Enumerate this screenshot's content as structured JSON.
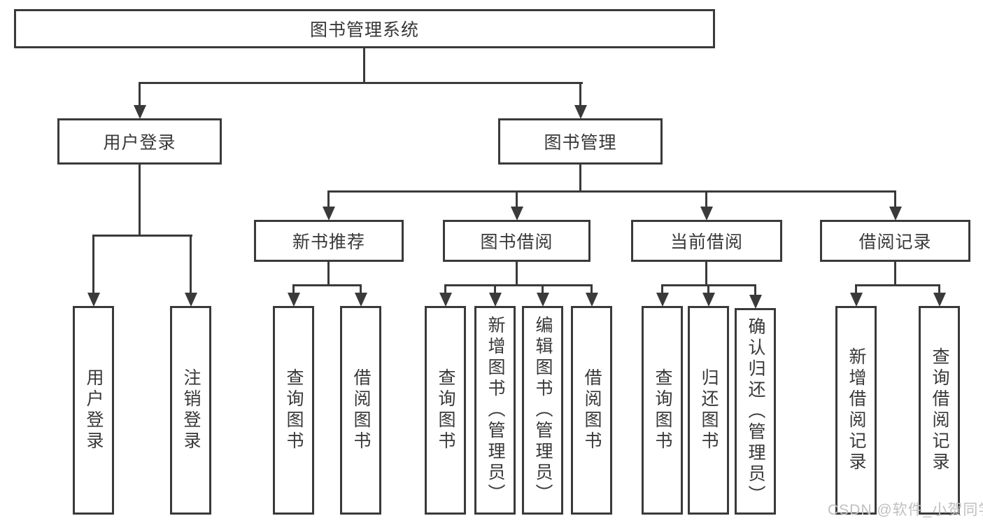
{
  "diagram": {
    "title": "图书管理系统",
    "level2": {
      "user_login": "用户登录",
      "book_management": "图书管理"
    },
    "level3": {
      "new_book_recommend": "新书推荐",
      "book_borrow": "图书借阅",
      "current_borrow": "当前借阅",
      "borrow_records": "借阅记录"
    },
    "leaves": {
      "user_login": "用户登录",
      "logout": "注销登录",
      "rec_query_books": "查询图书",
      "rec_borrow_books": "借阅图书",
      "bb_query_books": "查询图书",
      "bb_add_books_admin": "新增图书（管理员）",
      "bb_edit_books_admin": "编辑图书（管理员）",
      "bb_borrow_books": "借阅图书",
      "cb_query_books": "查询图书",
      "cb_return_books": "归还图书",
      "cb_confirm_return_admin": "确认归还（管理员）",
      "br_add_record": "新增借阅记录",
      "br_query_record": "查询借阅记录"
    },
    "watermark": "CSDN @软件_小贺同学",
    "colors": {
      "line": "#3a3a3a",
      "text": "#383838",
      "background": "#ffffff",
      "watermark": "#c0c0c0"
    }
  }
}
